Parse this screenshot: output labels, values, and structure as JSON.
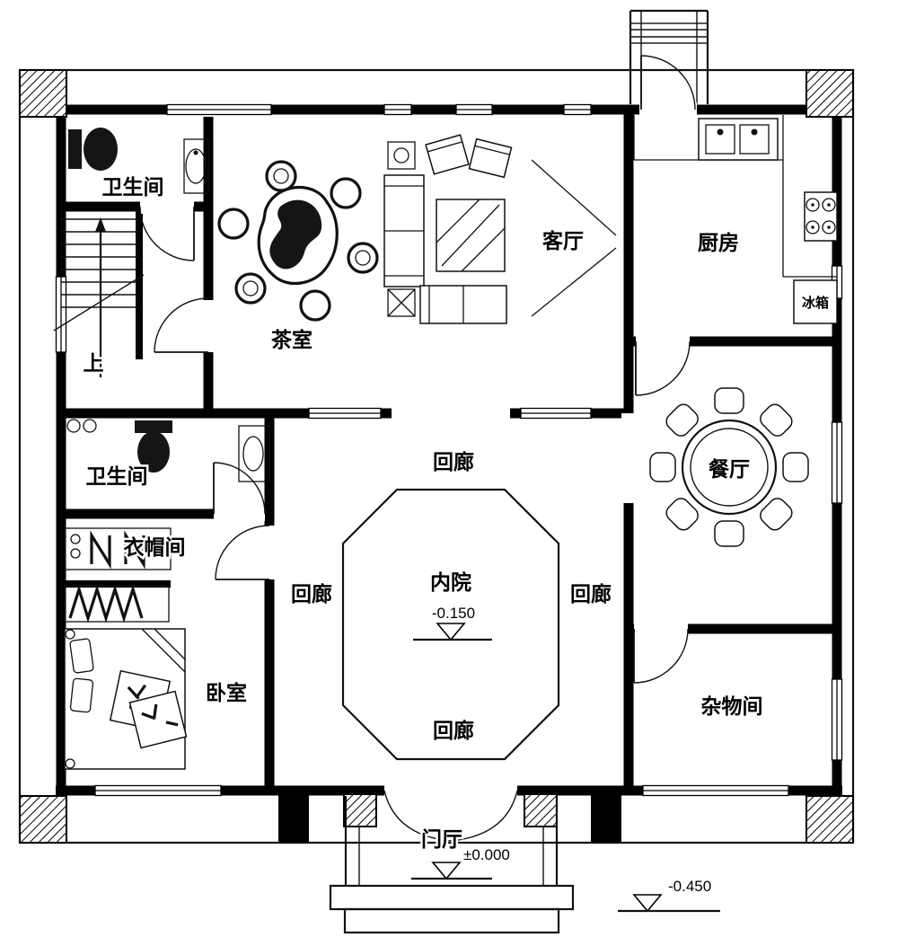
{
  "plan": {
    "rooms": {
      "bathroom_top": "卫生间",
      "tea_room": "茶室",
      "living_room": "客厅",
      "kitchen": "厨房",
      "fridge": "冰箱",
      "stairs_up": "上",
      "bathroom_middle": "卫生间",
      "cloakroom": "衣帽间",
      "bedroom": "卧室",
      "dining_room": "餐厅",
      "storage_room": "杂物间",
      "entrance_hall": "门厅",
      "inner_courtyard": "内院"
    },
    "corridors": {
      "top": "回廊",
      "left": "回廊",
      "right": "回廊",
      "bottom": "回廊"
    },
    "elevations": {
      "inner_courtyard": "-0.150",
      "entrance_hall": "±0.000",
      "outdoor": "-0.450"
    }
  },
  "colors": {
    "wall": "#000000",
    "line": "#1a1a1a",
    "background": "#ffffff"
  }
}
